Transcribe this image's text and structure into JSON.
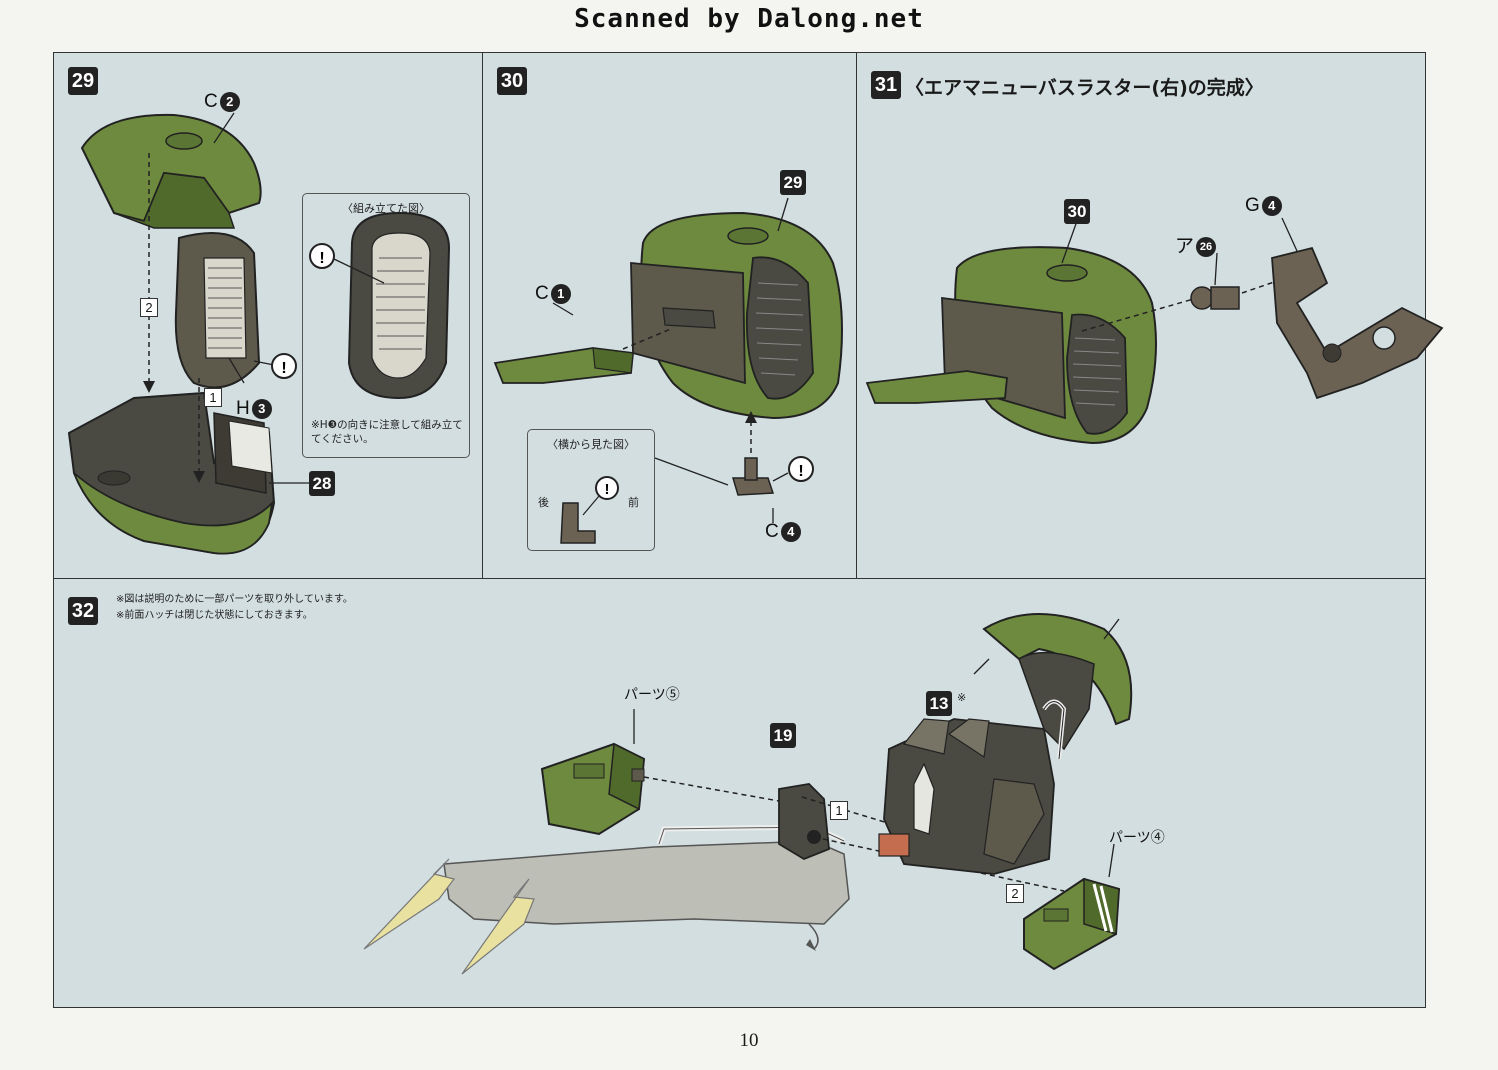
{
  "watermark": "Scanned by Dalong.net",
  "page_number": "10",
  "steps": {
    "s29": {
      "number": "29",
      "part_c": "C",
      "part_c_num": "2",
      "part_h": "H",
      "part_h_num": "3",
      "callout_28": "28",
      "box1": "1",
      "box2": "2",
      "inset_title": "〈組み立てた図〉",
      "note": "※H❸の向きに注意して組み立ててください。"
    },
    "s30": {
      "number": "30",
      "callout_29": "29",
      "part_c1": "C",
      "part_c1_num": "1",
      "part_c4": "C",
      "part_c4_num": "4",
      "inset_title": "〈横から見た図〉",
      "back": "後",
      "front": "前"
    },
    "s31": {
      "number": "31",
      "title": "〈エアマニューバスラスター(右)の完成〉",
      "callout_30": "30",
      "part_a": "ア",
      "part_a_num": "26",
      "part_g": "G",
      "part_g_num": "4"
    },
    "s32": {
      "number": "32",
      "note1": "※図は説明のために一部パーツを取り外しています。",
      "note2": "※前面ハッチは閉じた状態にしておきます。",
      "parts5": "パーツ⑤",
      "parts4": "パーツ④",
      "callout_19": "19",
      "callout_13": "13",
      "asterisk": "※",
      "box1": "1",
      "box2": "2"
    }
  },
  "colors": {
    "panel_bg": "#d3dee0",
    "green": "#6d8a3e",
    "green_dark": "#4f6a2a",
    "grey_part": "#5d5a4c",
    "brown_part": "#6b6253"
  }
}
